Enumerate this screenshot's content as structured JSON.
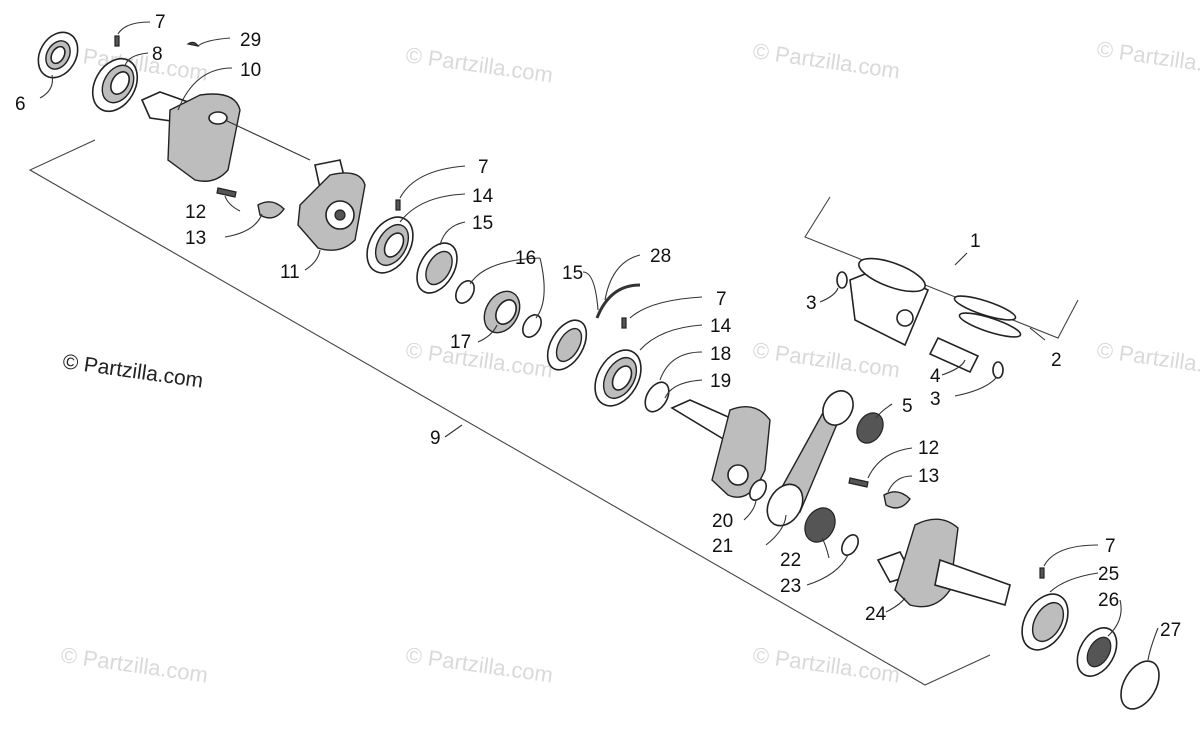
{
  "watermark": "© Partzilla.com",
  "main_watermark": "© Partzilla.com",
  "labels": {
    "l1": "1",
    "l2": "2",
    "l3a": "3",
    "l3b": "3",
    "l4": "4",
    "l5": "5",
    "l6": "6",
    "l7a": "7",
    "l7b": "7",
    "l7c": "7",
    "l7d": "7",
    "l8": "8",
    "l9": "9",
    "l10": "10",
    "l11": "11",
    "l12a": "12",
    "l12b": "12",
    "l13a": "13",
    "l13b": "13",
    "l14a": "14",
    "l14b": "14",
    "l15a": "15",
    "l15b": "15",
    "l16": "16",
    "l17": "17",
    "l18": "18",
    "l19": "19",
    "l20": "20",
    "l21": "21",
    "l22": "22",
    "l23": "23",
    "l24": "24",
    "l25": "25",
    "l26": "26",
    "l27": "27",
    "l28": "28",
    "l29": "29"
  }
}
